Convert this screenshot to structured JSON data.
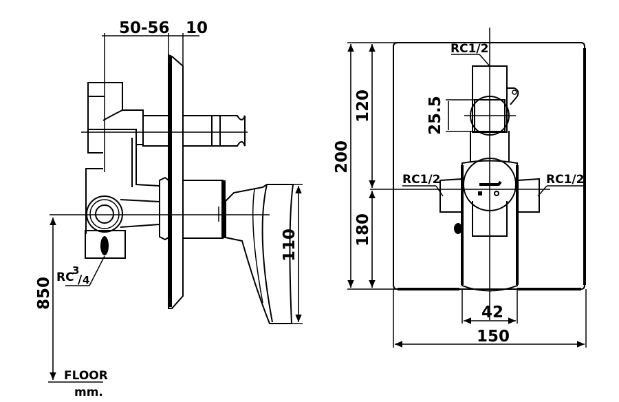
{
  "drawing": {
    "units": "mm.",
    "floor_label": "FLOOR",
    "side_view": {
      "dims": {
        "depth_range": "50-56",
        "plate_thickness": "10",
        "handle_height": "110",
        "height_from_floor": "850",
        "inlet_thread_prefix": "RC",
        "inlet_thread_num": "3",
        "inlet_thread_den": "4"
      }
    },
    "front_view": {
      "dims": {
        "total_height": "200",
        "upper_height": "120",
        "lower_height": "180",
        "outlet_size": "25.5",
        "handle_width": "42",
        "plate_width": "150"
      },
      "threads": {
        "top": "RC1/2",
        "left": "RC1/2",
        "right": "RC1/2"
      }
    }
  }
}
